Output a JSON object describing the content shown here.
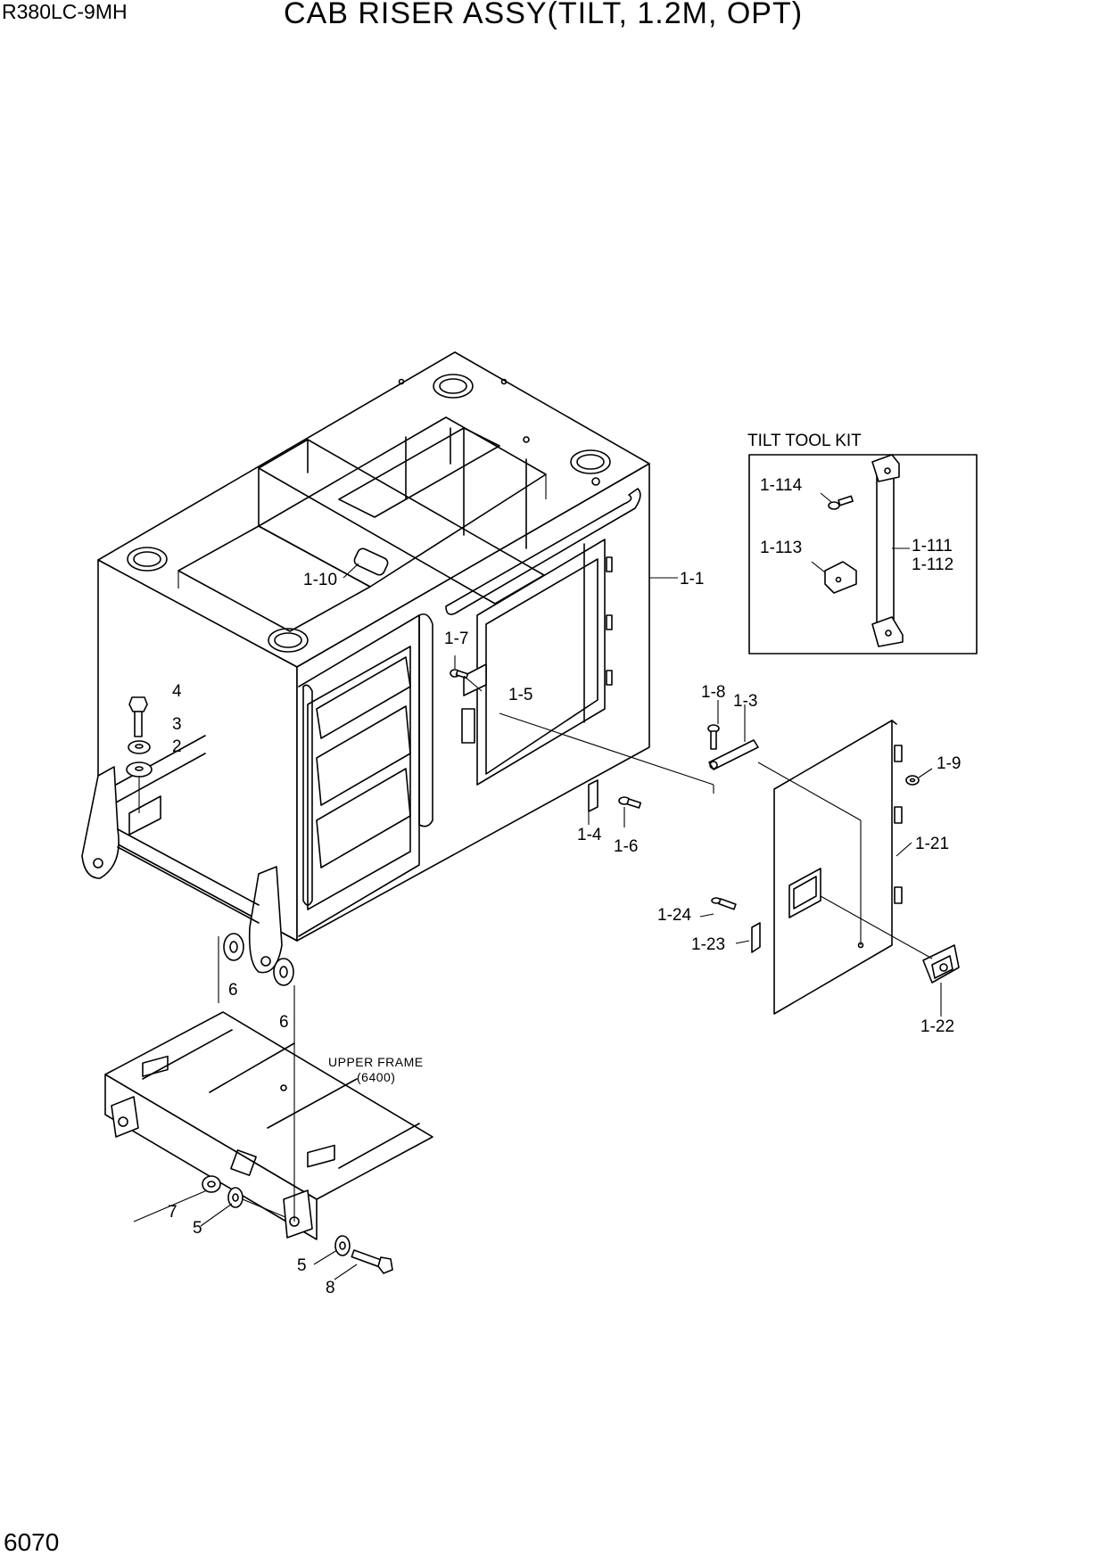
{
  "header": {
    "model": "R380LC-9MH",
    "title": "CAB RISER ASSY(TILT, 1.2M, OPT)"
  },
  "footer": {
    "page_number": "6070"
  },
  "diagram": {
    "kit_title": "TILT TOOL KIT",
    "upper_frame_line1": "UPPER FRAME",
    "upper_frame_line2": "(6400)",
    "callouts": {
      "c_1_1": "1-1",
      "c_1_3": "1-3",
      "c_1_4": "1-4",
      "c_1_5": "1-5",
      "c_1_6": "1-6",
      "c_1_7": "1-7",
      "c_1_8": "1-8",
      "c_1_9": "1-9",
      "c_1_10": "1-10",
      "c_1_21": "1-21",
      "c_1_22": "1-22",
      "c_1_23": "1-23",
      "c_1_24": "1-24",
      "c_1_111": "1-111",
      "c_1_112": "1-112",
      "c_1_113": "1-113",
      "c_1_114": "1-114",
      "c_2": "2",
      "c_3": "3",
      "c_4": "4",
      "c_5a": "5",
      "c_5b": "5",
      "c_6a": "6",
      "c_6b": "6",
      "c_7": "7",
      "c_8": "8"
    }
  }
}
